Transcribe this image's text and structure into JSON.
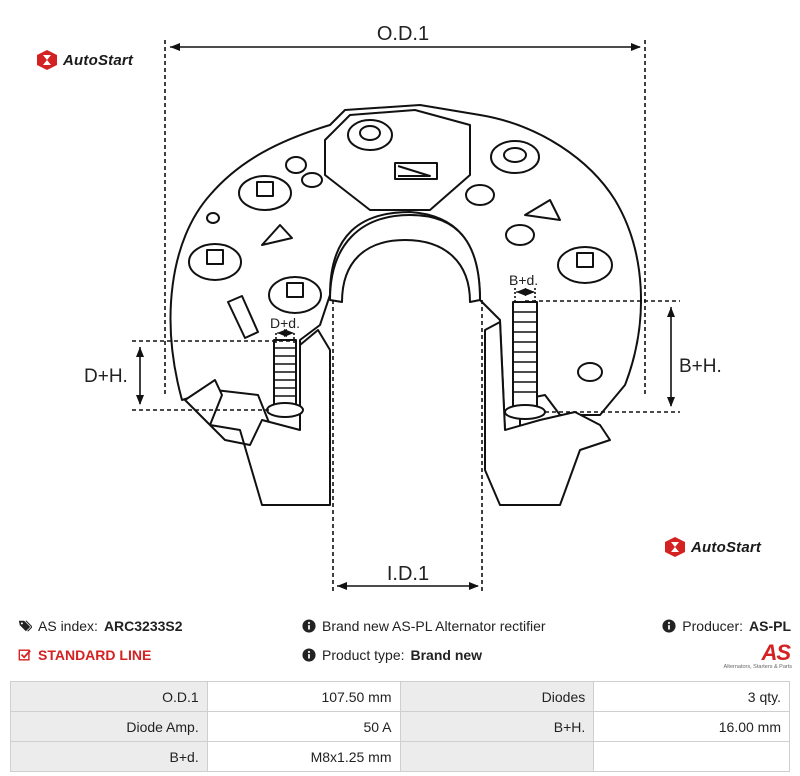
{
  "brand": {
    "logo_text": "AutoStart"
  },
  "diagram": {
    "od_label": "O.D.1",
    "id_label": "I.D.1",
    "dh_label": "D+H.",
    "bh_label": "B+H.",
    "dd_label": "D+d.",
    "bd_label": "B+d."
  },
  "info": {
    "as_index_label": "AS index:",
    "as_index_value": "ARC3233S2",
    "standard_line": "STANDARD LINE",
    "description": "Brand new AS-PL Alternator rectifier",
    "product_type_label": "Product type:",
    "product_type_value": "Brand new",
    "producer_label": "Producer:",
    "producer_value": "AS-PL"
  },
  "as_logo": {
    "mark": "AS",
    "subtitle": "Alternators, Starters & Parts"
  },
  "specs": [
    [
      {
        "label": "O.D.1",
        "value": "107.50 mm"
      },
      {
        "label": "Diodes",
        "value": "3 qty."
      }
    ],
    [
      {
        "label": "Diode Amp.",
        "value": "50 A"
      },
      {
        "label": "B+H.",
        "value": "16.00 mm"
      }
    ],
    [
      {
        "label": "B+d.",
        "value": "M8x1.25 mm"
      },
      {
        "label": "",
        "value": ""
      }
    ]
  ]
}
